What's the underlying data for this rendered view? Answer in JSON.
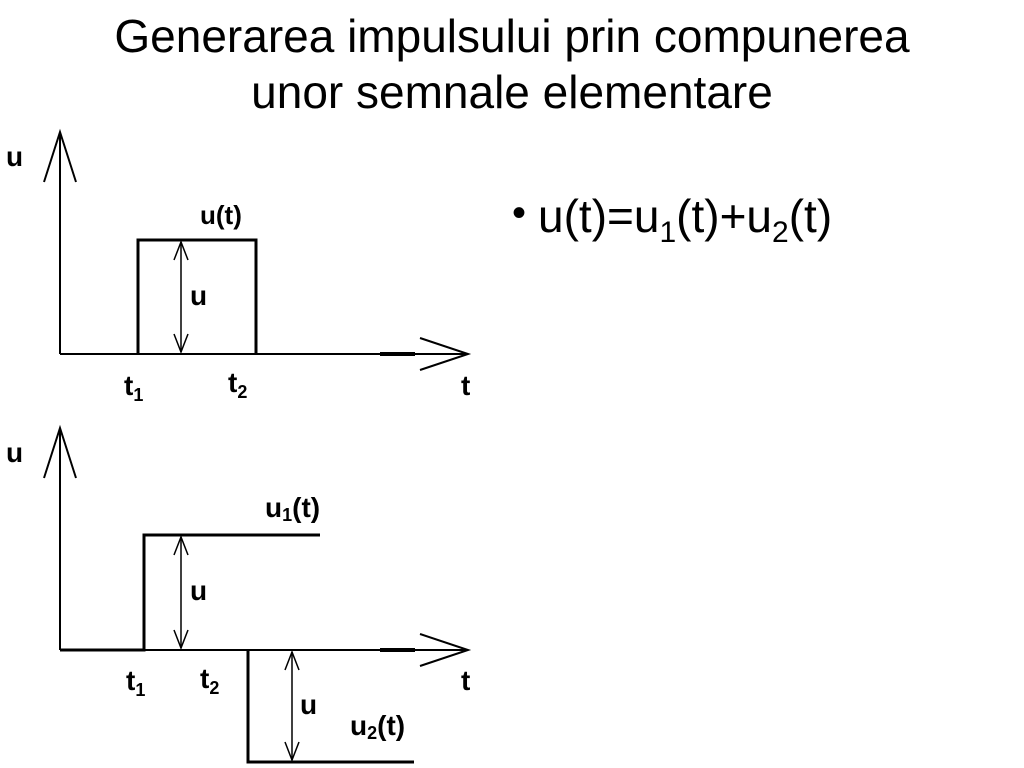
{
  "title": {
    "line1": "Generarea impulsului prin compunerea",
    "line2": "unor semnale elementare"
  },
  "bullet": {
    "prefix": "u(t)=u",
    "sub1": "1",
    "middle": "(t)+u",
    "sub2": "2",
    "suffix": "(t)"
  },
  "top_diagram": {
    "y_axis_label": "u",
    "x_axis_label": "t",
    "signal_label": "u(t)",
    "amplitude_label": "u",
    "t1_label": "t",
    "t1_sub": "1",
    "t2_label": "t",
    "t2_sub": "2"
  },
  "bottom_diagram": {
    "y_axis_label": "u",
    "x_axis_label": "t",
    "u1_label": "u",
    "u1_sub": "1",
    "u1_suffix": "(t)",
    "u2_label": "u",
    "u2_sub": "2",
    "u2_suffix": "(t)",
    "amplitude_label_upper": "u",
    "amplitude_label_lower": "u",
    "t1_label": "t",
    "t1_sub": "1",
    "t2_label": "t",
    "t2_sub": "2"
  }
}
